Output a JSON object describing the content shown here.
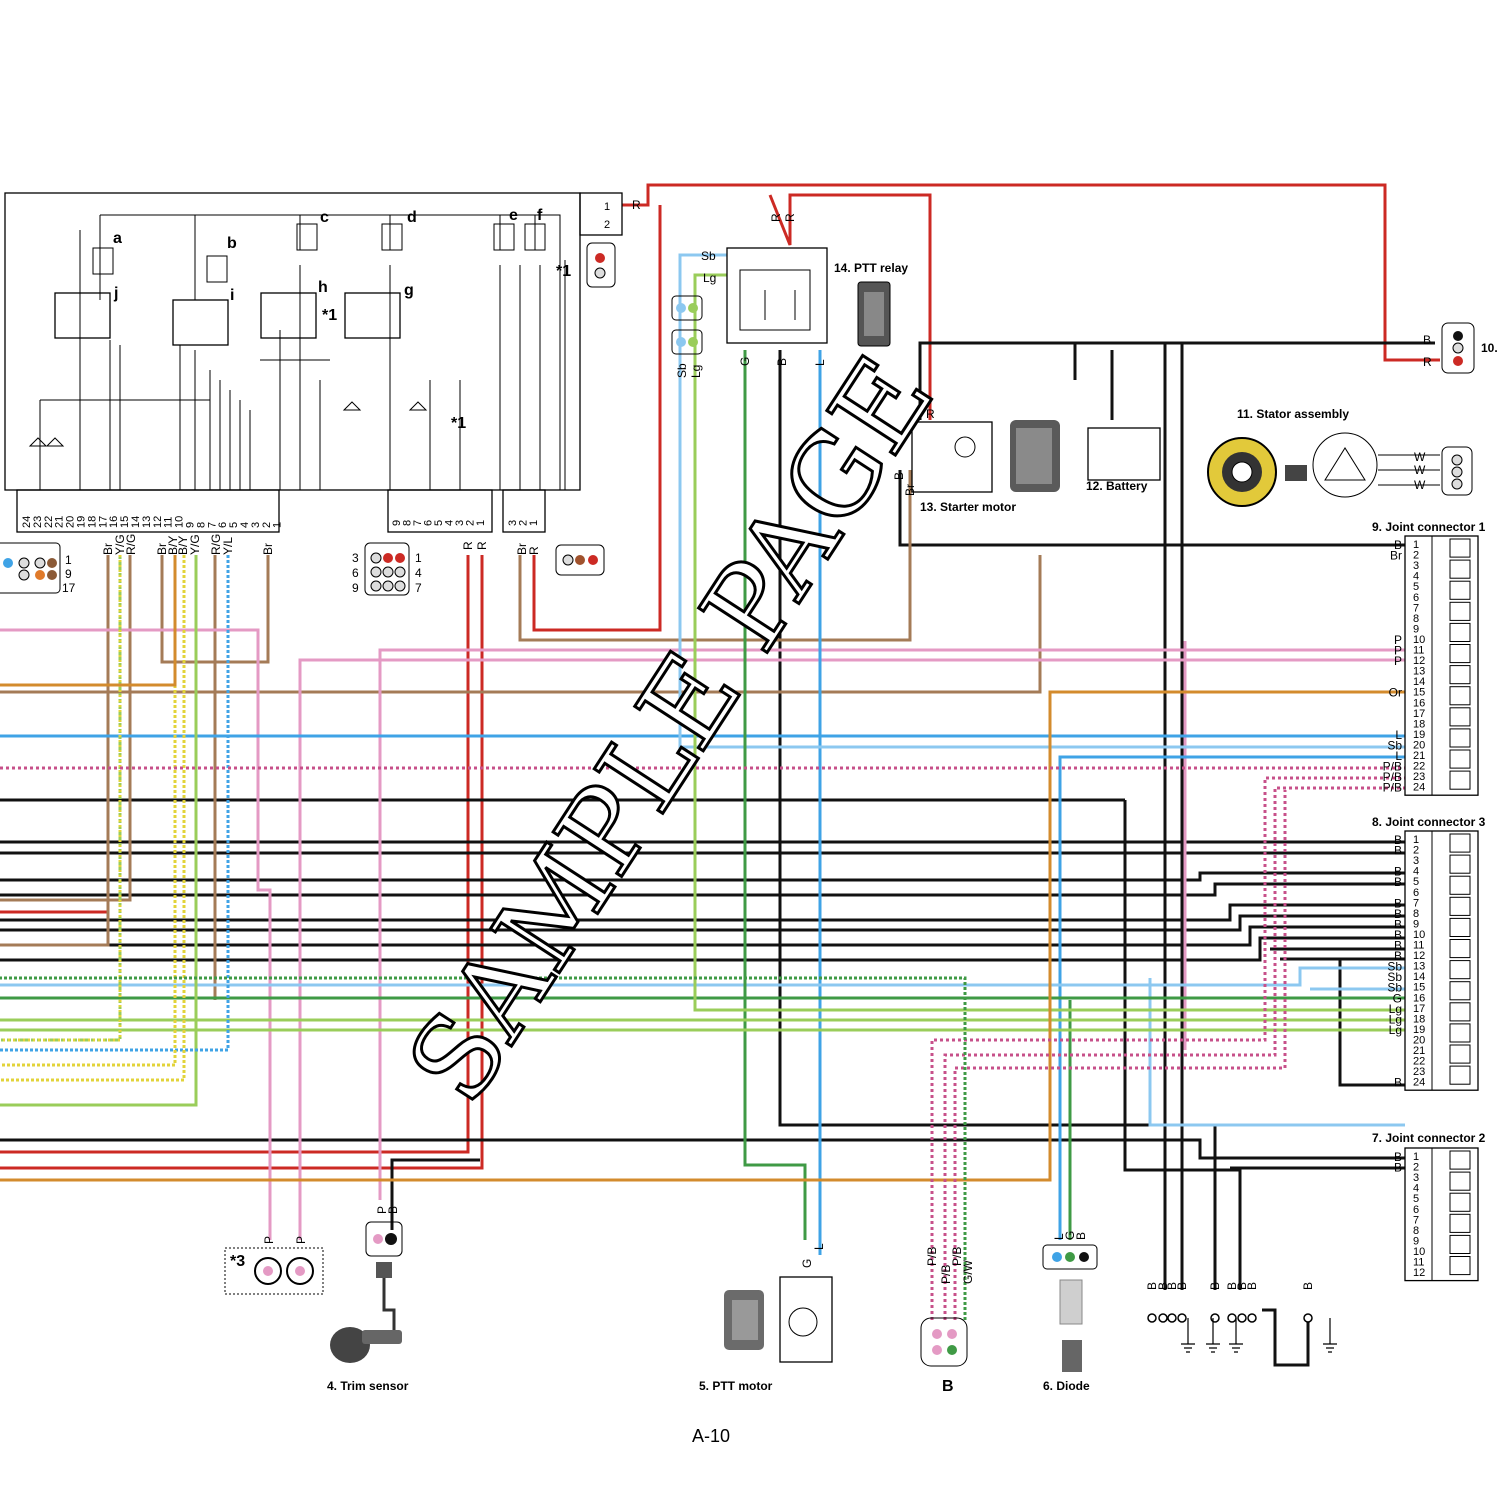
{
  "page": {
    "number": "A-10"
  },
  "watermark": "SAMPLE PAGE",
  "colors": {
    "R": "#cc2a24",
    "B": "#111111",
    "Br": "#a47b57",
    "P": "#e49ac4",
    "L": "#3fa3e6",
    "Sb": "#8cc8f0",
    "G": "#3f9a45",
    "Lg": "#9acd5a",
    "Or": "#d38b2d",
    "Y": "#e2d33a",
    "PB": "#c7508a"
  },
  "fuse_labels": [
    "a",
    "b",
    "c",
    "d",
    "e",
    "f"
  ],
  "relay_labels": [
    "j",
    "i",
    "h",
    "g"
  ],
  "notes": {
    "star1": "*1",
    "star3": "*3"
  },
  "ecu_connectors": {
    "left_pins": [
      "24",
      "23",
      "22",
      "21",
      "20",
      "19",
      "18",
      "17",
      "16",
      "15",
      "14",
      "13",
      "12",
      "11",
      "10",
      "9",
      "8",
      "7",
      "6",
      "5",
      "4",
      "3",
      "2",
      "1"
    ],
    "mid_pins": [
      "9",
      "8",
      "7",
      "6",
      "5",
      "4",
      "3",
      "2",
      "1"
    ],
    "right_pins": [
      "3",
      "2",
      "1"
    ],
    "relay_socket_pins": [
      "1",
      "2"
    ],
    "left_wire_labels": [
      "Br",
      "Y/G",
      "R/G",
      "Br",
      "B/Y",
      "B/Y",
      "Y/G",
      "R/G",
      "Y/L",
      "Br"
    ],
    "mid_wire_labels": [
      "R",
      "R"
    ],
    "right_wire_labels": [
      "Br",
      "R"
    ],
    "face_left_numbers": [
      "1",
      "9",
      "17"
    ],
    "face_mid_left": [
      "3",
      "6",
      "9"
    ],
    "face_mid_right": [
      "1",
      "4",
      "7"
    ]
  },
  "components": {
    "ptt_relay": {
      "title": "14. PTT relay",
      "pins": [
        "Sb",
        "Lg",
        "G",
        "B",
        "L"
      ],
      "top_pins": [
        "R",
        "R"
      ]
    },
    "starter_motor": {
      "title": "13. Starter motor",
      "pins": [
        "B",
        "Br",
        "R"
      ]
    },
    "battery": {
      "title": "12. Battery"
    },
    "stator": {
      "title": "11. Stator assembly",
      "pins": [
        "W",
        "W",
        "W"
      ]
    },
    "item10": {
      "title": "10.",
      "pins": [
        "B",
        "R"
      ]
    },
    "trim_sensor": {
      "title": "4. Trim sensor",
      "pins": [
        "P",
        "B"
      ]
    },
    "ptt_motor": {
      "title": "5. PTT motor",
      "pins": [
        "G",
        "L"
      ]
    },
    "connector_b": {
      "title": "B",
      "pins": [
        "P/B",
        "P/B",
        "P/B",
        "G/W"
      ]
    },
    "diode": {
      "title": "6. Diode",
      "pins": [
        "L",
        "G",
        "B"
      ]
    },
    "item3": {
      "pins": [
        "P",
        "P"
      ]
    },
    "ground_pins": [
      "B",
      "B",
      "B",
      "B",
      "B",
      "B",
      "B",
      "B",
      "B"
    ]
  },
  "joint_connector_1": {
    "title": "9. Joint connector 1",
    "pins": [
      "1",
      "2",
      "3",
      "4",
      "5",
      "6",
      "7",
      "8",
      "9",
      "10",
      "11",
      "12",
      "13",
      "14",
      "15",
      "16",
      "17",
      "18",
      "19",
      "20",
      "21",
      "22",
      "23",
      "24"
    ],
    "labels": {
      "1": "B",
      "2": "Br",
      "10": "P",
      "11": "P",
      "12": "P",
      "15": "Or",
      "19": "L",
      "20": "Sb",
      "21": "L",
      "22": "P/B",
      "23": "P/B",
      "24": "P/B"
    }
  },
  "joint_connector_3": {
    "title": "8. Joint connector 3",
    "pins": [
      "1",
      "2",
      "3",
      "4",
      "5",
      "6",
      "7",
      "8",
      "9",
      "10",
      "11",
      "12",
      "13",
      "14",
      "15",
      "16",
      "17",
      "18",
      "19",
      "20",
      "21",
      "22",
      "23",
      "24"
    ],
    "labels": {
      "1": "B",
      "2": "B",
      "4": "B",
      "5": "B",
      "7": "B",
      "8": "B",
      "9": "B",
      "10": "B",
      "11": "B",
      "12": "B",
      "13": "Sb",
      "14": "Sb",
      "15": "Sb",
      "16": "G",
      "17": "Lg",
      "18": "Lg",
      "19": "Lg",
      "24": "B"
    }
  },
  "joint_connector_2": {
    "title": "7. Joint connector 2",
    "pins": [
      "1",
      "2",
      "3",
      "4",
      "5",
      "6",
      "7",
      "8",
      "9",
      "10",
      "11",
      "12"
    ],
    "labels": {
      "1": "B",
      "2": "B"
    }
  }
}
